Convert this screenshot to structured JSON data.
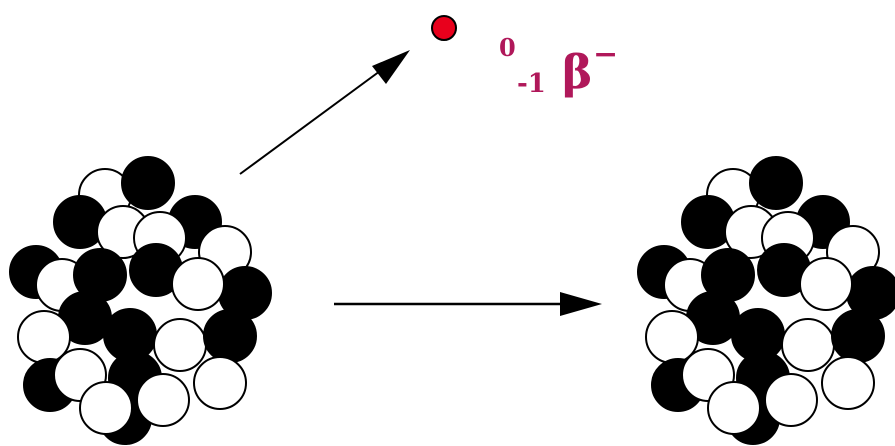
{
  "beta_label": {
    "mass_number": "0",
    "charge_number": "-1",
    "symbol": "β",
    "charge_sign": "−"
  },
  "colors": {
    "beta_particle": "#e8001c",
    "beta_label": "#b0185a",
    "neutron": "#000000",
    "proton": "#ffffff",
    "arrow": "#000000"
  }
}
